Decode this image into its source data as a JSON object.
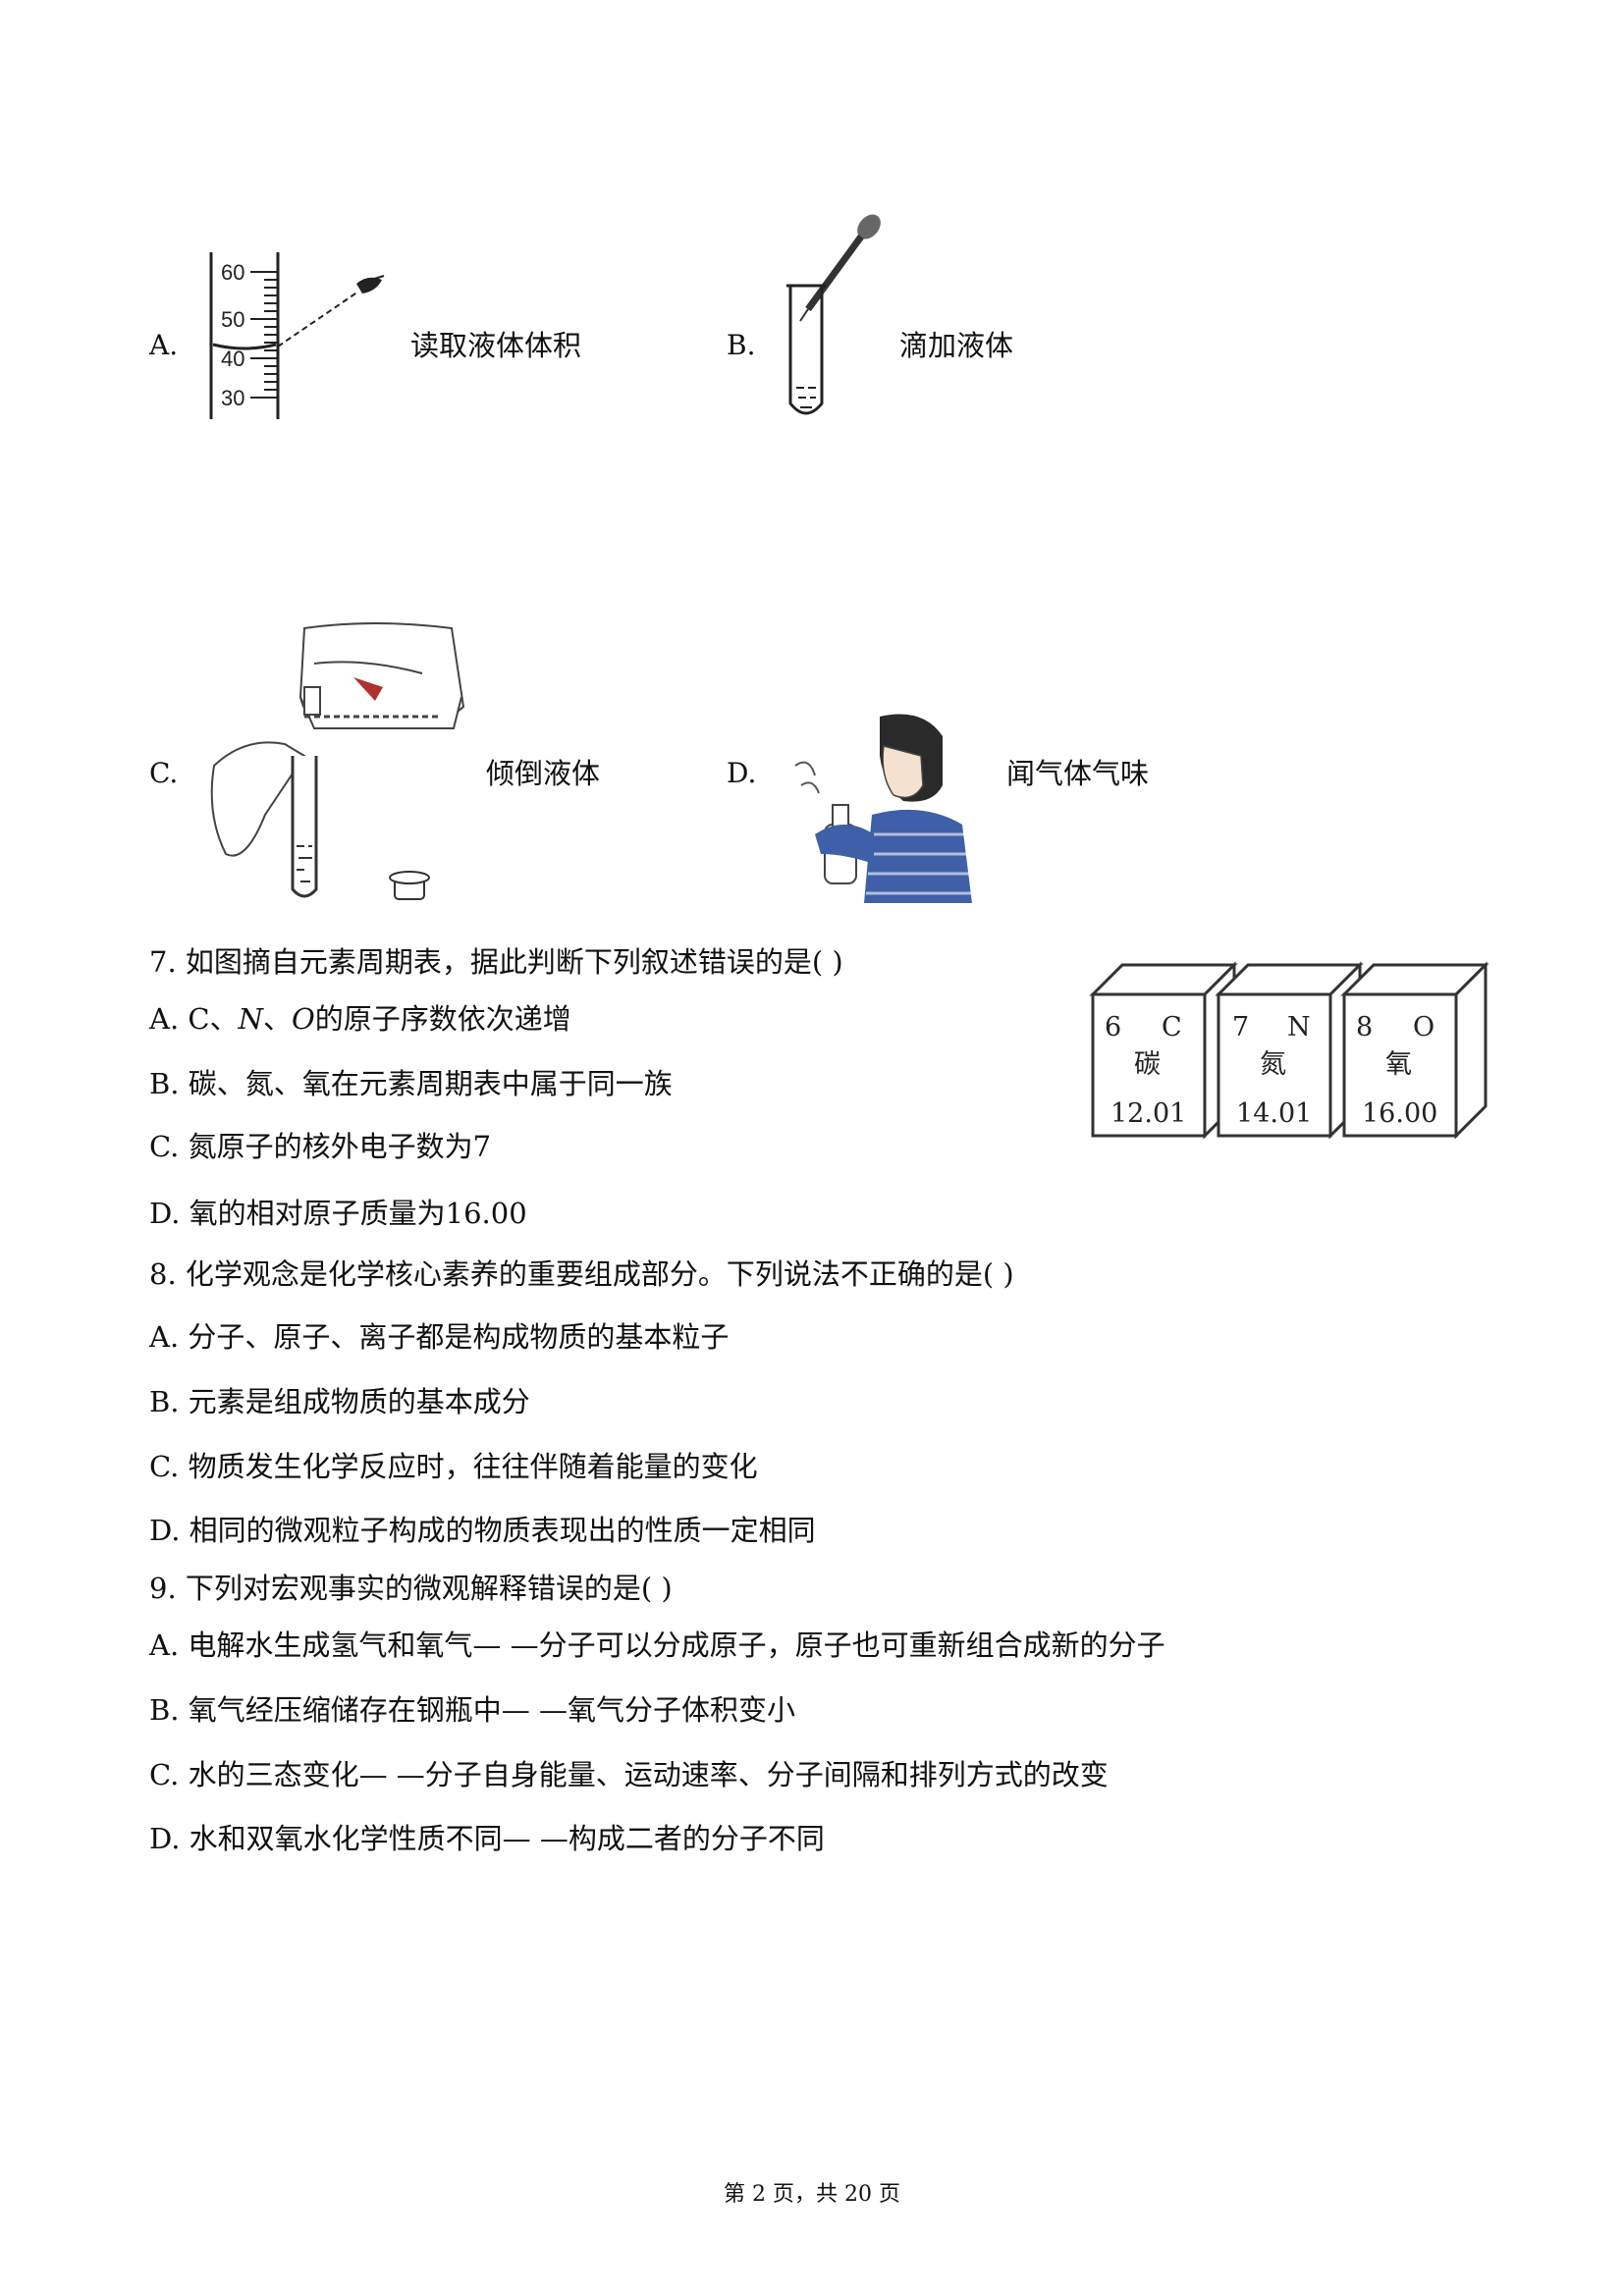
{
  "q6_options": {
    "A": {
      "label": "A.",
      "caption": "读取液体体积",
      "scale": [
        "60",
        "50",
        "40",
        "30"
      ]
    },
    "B": {
      "label": "B.",
      "caption": "滴加液体"
    },
    "C": {
      "label": "C.",
      "caption": "倾倒液体"
    },
    "D": {
      "label": "D.",
      "caption": "闻气体气味"
    }
  },
  "q7": {
    "stem": "7. 如图摘自元素周期表，据此判断下列叙述错误的是(    )",
    "A_pre": "A. C、",
    "A_N": "N",
    "A_sep": "、",
    "A_O": "O",
    "A_post": "的原子序数依次递增",
    "B": "B. 碳、氮、氧在元素周期表中属于同一族",
    "C": "C. 氮原子的核外电子数为7",
    "D": "D. 氧的相对原子质量为16.00",
    "elements": [
      {
        "number": "6",
        "symbol": "C",
        "name": "碳",
        "mass": "12.01"
      },
      {
        "number": "7",
        "symbol": "N",
        "name": "氮",
        "mass": "14.01"
      },
      {
        "number": "8",
        "symbol": "O",
        "name": "氧",
        "mass": "16.00"
      }
    ]
  },
  "q8": {
    "stem": "8. 化学观念是化学核心素养的重要组成部分。下列说法不正确的是(    )",
    "A": "A. 分子、原子、离子都是构成物质的基本粒子",
    "B": "B. 元素是组成物质的基本成分",
    "C": "C. 物质发生化学反应时，往往伴随着能量的变化",
    "D": "D. 相同的微观粒子构成的物质表现出的性质一定相同"
  },
  "q9": {
    "stem": "9. 下列对宏观事实的微观解释错误的是(    )",
    "A": "A. 电解水生成氢气和氧气— —分子可以分成原子，原子也可重新组合成新的分子",
    "B": "B. 氧气经压缩储存在钢瓶中— —氧气分子体积变小",
    "C": "C. 水的三态变化— —分子自身能量、运动速率、分子间隔和排列方式的改变",
    "D": "D. 水和双氧水化学性质不同— —构成二者的分子不同"
  },
  "footer": "第 2 页，共 20 页"
}
